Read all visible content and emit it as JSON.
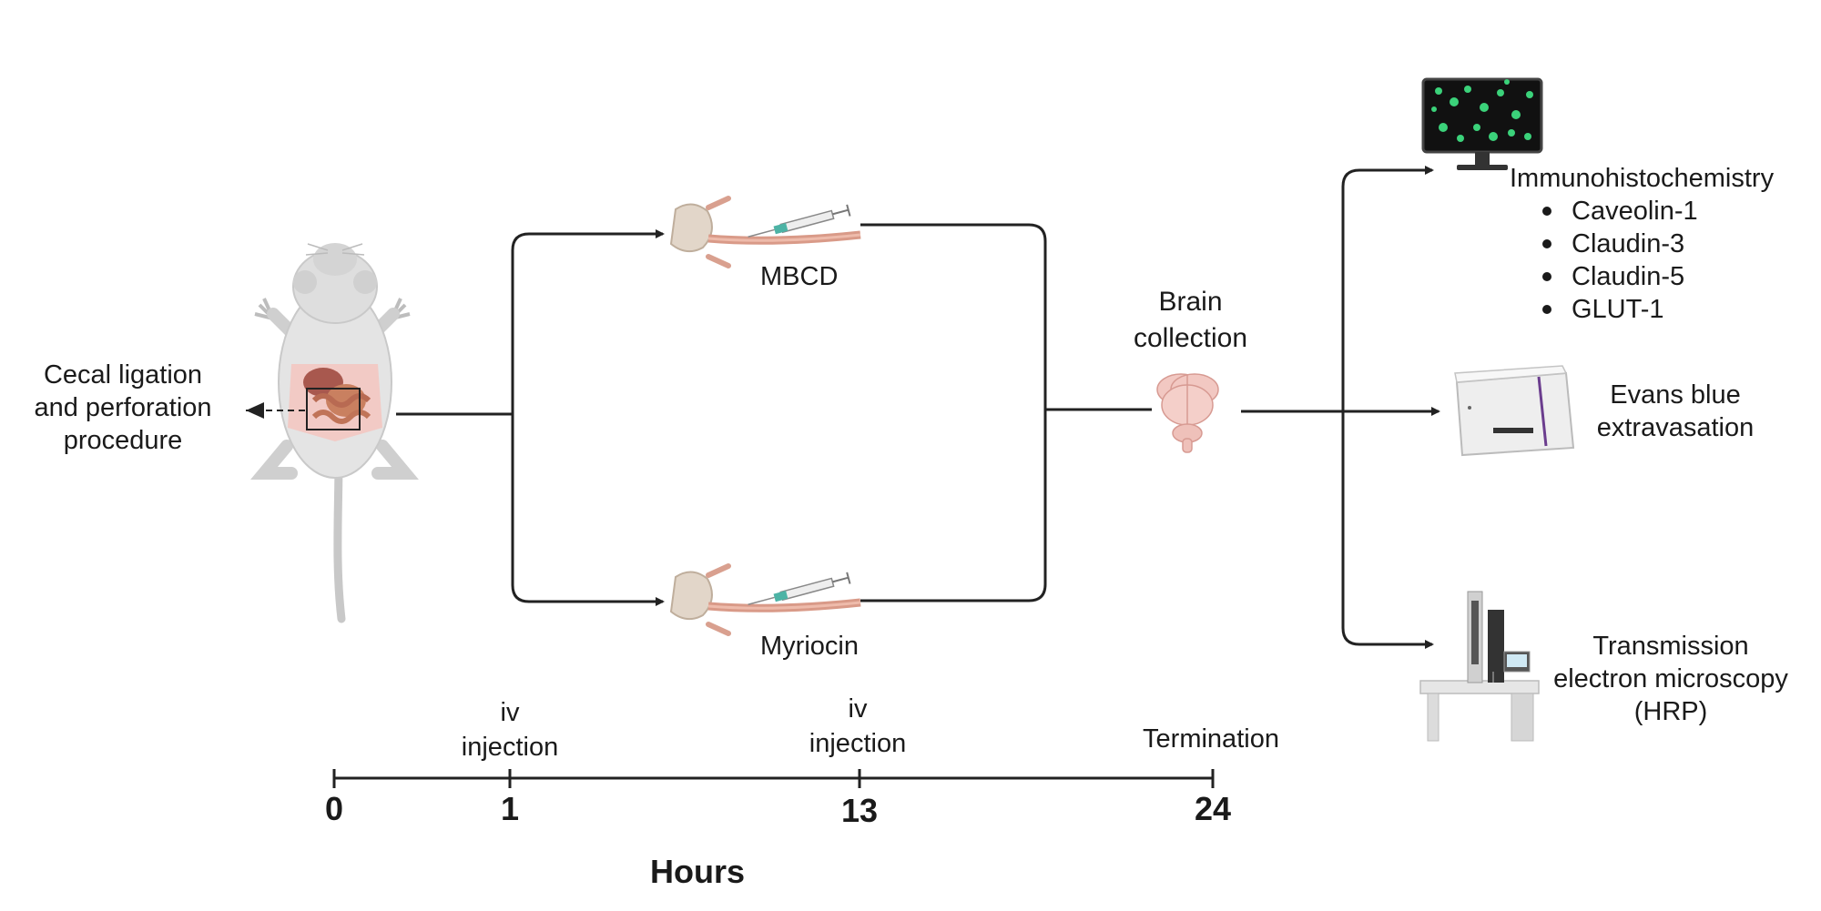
{
  "mouse": {
    "procedure_label": "Cecal ligation\nand perforation\nprocedure"
  },
  "treatments": [
    {
      "label": "MBCD"
    },
    {
      "label": "Myriocin"
    }
  ],
  "collection": {
    "label": "Brain\ncollection"
  },
  "assays": {
    "ihc": {
      "title": "Immunohistochemistry",
      "markers": [
        "Caveolin-1",
        "Claudin-3",
        "Claudin-5",
        "GLUT-1"
      ]
    },
    "evans": {
      "label": "Evans blue\nextravasation"
    },
    "tem": {
      "label": "Transmission\nelectron microscopy\n(HRP)"
    }
  },
  "timeline": {
    "events": [
      "iv\ninjection",
      "iv\ninjection",
      "Termination"
    ],
    "ticks": [
      "0",
      "1",
      "13",
      "24"
    ],
    "axis_label": "Hours"
  }
}
